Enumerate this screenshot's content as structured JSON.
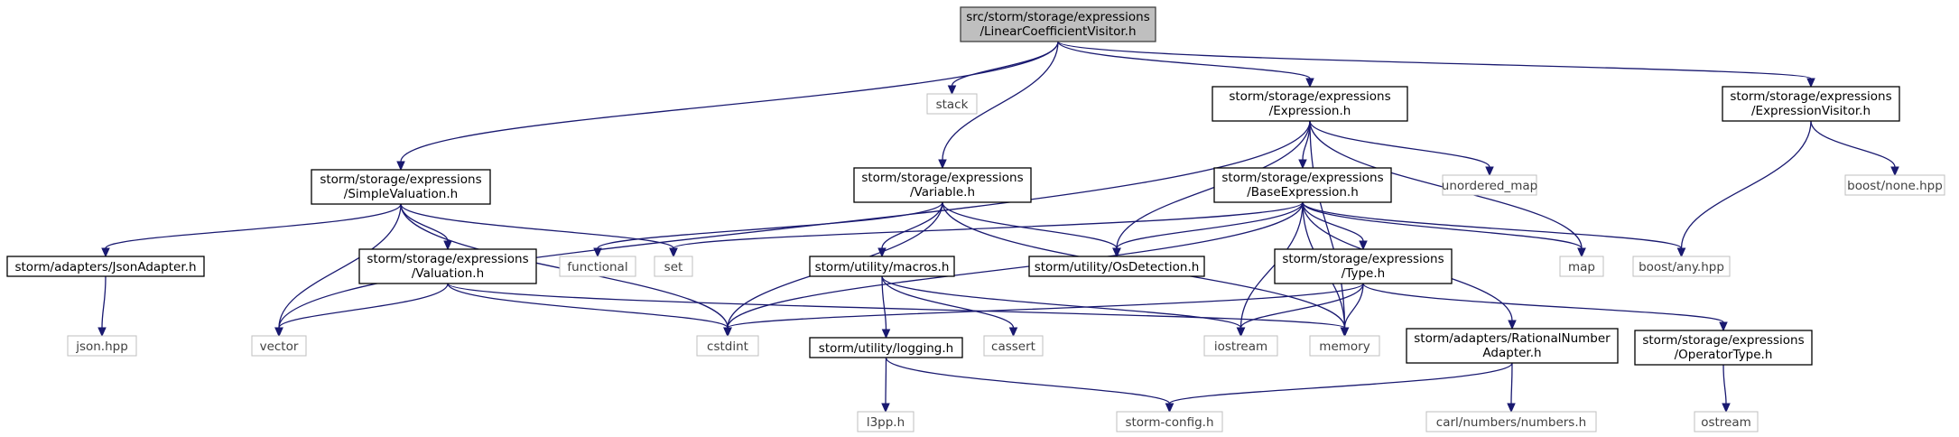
{
  "diagram": {
    "type": "include-dependency-graph",
    "colors": {
      "edge": "#191970",
      "root_fill": "#bfbfbf",
      "node_border": "#000000",
      "external_border": "#bfbfbf",
      "external_text": "#404040"
    },
    "nodes": [
      {
        "id": "root",
        "lines": [
          "src/storm/storage/expressions",
          "/LinearCoefficientVisitor.h"
        ],
        "kind": "root"
      },
      {
        "id": "stack",
        "lines": [
          "stack"
        ],
        "kind": "external"
      },
      {
        "id": "expression",
        "lines": [
          "storm/storage/expressions",
          "/Expression.h"
        ],
        "kind": "header"
      },
      {
        "id": "expressionvisitor",
        "lines": [
          "storm/storage/expressions",
          "/ExpressionVisitor.h"
        ],
        "kind": "header"
      },
      {
        "id": "simplevaluation",
        "lines": [
          "storm/storage/expressions",
          "/SimpleValuation.h"
        ],
        "kind": "header"
      },
      {
        "id": "variable",
        "lines": [
          "storm/storage/expressions",
          "/Variable.h"
        ],
        "kind": "header"
      },
      {
        "id": "baseexpression",
        "lines": [
          "storm/storage/expressions",
          "/BaseExpression.h"
        ],
        "kind": "header"
      },
      {
        "id": "unordered_map",
        "lines": [
          "unordered_map"
        ],
        "kind": "external"
      },
      {
        "id": "boost_none",
        "lines": [
          "boost/none.hpp"
        ],
        "kind": "external"
      },
      {
        "id": "jsonadapter",
        "lines": [
          "storm/adapters/JsonAdapter.h"
        ],
        "kind": "header"
      },
      {
        "id": "valuation",
        "lines": [
          "storm/storage/expressions",
          "/Valuation.h"
        ],
        "kind": "header"
      },
      {
        "id": "functional",
        "lines": [
          "functional"
        ],
        "kind": "external"
      },
      {
        "id": "set",
        "lines": [
          "set"
        ],
        "kind": "external"
      },
      {
        "id": "macros",
        "lines": [
          "storm/utility/macros.h"
        ],
        "kind": "header"
      },
      {
        "id": "osdetection",
        "lines": [
          "storm/utility/OsDetection.h"
        ],
        "kind": "header"
      },
      {
        "id": "type",
        "lines": [
          "storm/storage/expressions",
          "/Type.h"
        ],
        "kind": "header"
      },
      {
        "id": "map",
        "lines": [
          "map"
        ],
        "kind": "external"
      },
      {
        "id": "boost_any",
        "lines": [
          "boost/any.hpp"
        ],
        "kind": "external"
      },
      {
        "id": "json_hpp",
        "lines": [
          "json.hpp"
        ],
        "kind": "external"
      },
      {
        "id": "vector",
        "lines": [
          "vector"
        ],
        "kind": "external"
      },
      {
        "id": "cstdint",
        "lines": [
          "cstdint"
        ],
        "kind": "external"
      },
      {
        "id": "cassert",
        "lines": [
          "cassert"
        ],
        "kind": "external"
      },
      {
        "id": "iostream",
        "lines": [
          "iostream"
        ],
        "kind": "external"
      },
      {
        "id": "memory",
        "lines": [
          "memory"
        ],
        "kind": "external"
      },
      {
        "id": "rationalnumber",
        "lines": [
          "storm/adapters/RationalNumber",
          "Adapter.h"
        ],
        "kind": "header"
      },
      {
        "id": "operatortype",
        "lines": [
          "storm/storage/expressions",
          "/OperatorType.h"
        ],
        "kind": "header"
      },
      {
        "id": "logging",
        "lines": [
          "storm/utility/logging.h"
        ],
        "kind": "header"
      },
      {
        "id": "l3pp",
        "lines": [
          "l3pp.h"
        ],
        "kind": "external"
      },
      {
        "id": "stormconfig",
        "lines": [
          "storm-config.h"
        ],
        "kind": "external"
      },
      {
        "id": "carlnumbers",
        "lines": [
          "carl/numbers/numbers.h"
        ],
        "kind": "external"
      },
      {
        "id": "ostream",
        "lines": [
          "ostream"
        ],
        "kind": "external"
      }
    ],
    "edges": [
      [
        "root",
        "stack"
      ],
      [
        "root",
        "expression"
      ],
      [
        "root",
        "expressionvisitor"
      ],
      [
        "root",
        "simplevaluation"
      ],
      [
        "root",
        "variable"
      ],
      [
        "expression",
        "vector"
      ],
      [
        "expression",
        "unordered_map"
      ],
      [
        "expression",
        "baseexpression"
      ],
      [
        "expression",
        "osdetection"
      ],
      [
        "expression",
        "map"
      ],
      [
        "expression",
        "memory"
      ],
      [
        "expressionvisitor",
        "boost_none"
      ],
      [
        "expressionvisitor",
        "boost_any"
      ],
      [
        "simplevaluation",
        "jsonadapter"
      ],
      [
        "simplevaluation",
        "valuation"
      ],
      [
        "simplevaluation",
        "set"
      ],
      [
        "simplevaluation",
        "vector"
      ],
      [
        "simplevaluation",
        "cstdint"
      ],
      [
        "variable",
        "functional"
      ],
      [
        "variable",
        "macros"
      ],
      [
        "variable",
        "osdetection"
      ],
      [
        "variable",
        "cstdint"
      ],
      [
        "variable",
        "memory"
      ],
      [
        "baseexpression",
        "set"
      ],
      [
        "baseexpression",
        "osdetection"
      ],
      [
        "baseexpression",
        "type"
      ],
      [
        "baseexpression",
        "map"
      ],
      [
        "baseexpression",
        "boost_any"
      ],
      [
        "baseexpression",
        "cstdint"
      ],
      [
        "baseexpression",
        "iostream"
      ],
      [
        "baseexpression",
        "memory"
      ],
      [
        "baseexpression",
        "rationalnumber"
      ],
      [
        "jsonadapter",
        "json_hpp"
      ],
      [
        "valuation",
        "vector"
      ],
      [
        "valuation",
        "cstdint"
      ],
      [
        "valuation",
        "memory"
      ],
      [
        "macros",
        "logging"
      ],
      [
        "macros",
        "cassert"
      ],
      [
        "macros",
        "iostream"
      ],
      [
        "type",
        "cstdint"
      ],
      [
        "type",
        "iostream"
      ],
      [
        "type",
        "memory"
      ],
      [
        "type",
        "operatortype"
      ],
      [
        "logging",
        "l3pp"
      ],
      [
        "logging",
        "stormconfig"
      ],
      [
        "rationalnumber",
        "stormconfig"
      ],
      [
        "rationalnumber",
        "carlnumbers"
      ],
      [
        "operatortype",
        "ostream"
      ]
    ]
  }
}
